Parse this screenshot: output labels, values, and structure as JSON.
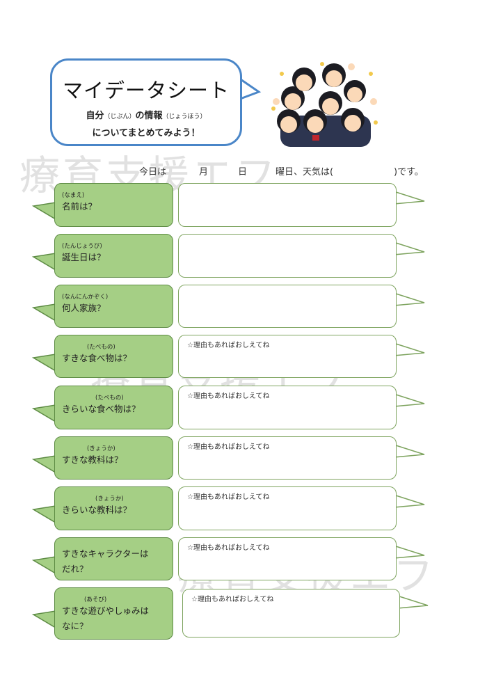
{
  "header": {
    "title": "マイデータシート",
    "subtitle_1": "自分",
    "subtitle_1_ruby": "（じぶん）",
    "subtitle_2": "の情報",
    "subtitle_2_ruby": "（じょうほう）",
    "subtitle_3": "についてまとめてみよう！"
  },
  "date_line": {
    "today": "今日は",
    "month": "月",
    "day": "日",
    "weekday_weather": "曜日、天気は(",
    "end": ")です。"
  },
  "watermark": "療育支援エフ",
  "questions": [
    {
      "ruby": "(なまえ)",
      "text": "名前は？",
      "hint": ""
    },
    {
      "ruby": "(たんじょうび)",
      "text": "誕生日は？",
      "hint": ""
    },
    {
      "ruby": "(なんにんかぞく)",
      "text": "何人家族？",
      "hint": ""
    },
    {
      "ruby": "(たべもの)",
      "text": "すきな食べ物は？",
      "hint": "☆理由もあればおしえてね"
    },
    {
      "ruby": "(たべもの)",
      "text": "きらいな食べ物は？",
      "hint": "☆理由もあればおしえてね"
    },
    {
      "ruby": "(きょうか)",
      "text": "すきな教科は？",
      "hint": "☆理由もあればおしえてね"
    },
    {
      "ruby": "(きょうか)",
      "text": "きらいな教科は？",
      "hint": "☆理由もあればおしえてね"
    },
    {
      "ruby": "",
      "text": "すきなキャラクターは",
      "text2": "だれ？",
      "hint": "☆理由もあればおしえてね"
    },
    {
      "ruby": "(あそび)",
      "text": "すきな遊びやしゅみは",
      "text2": "なに？",
      "hint": "☆理由もあればおしえてね"
    }
  ],
  "colors": {
    "question_fill": "#a5cf85",
    "question_border": "#5e8c45",
    "answer_border": "#7ea45f",
    "title_border": "#4a86c8"
  }
}
